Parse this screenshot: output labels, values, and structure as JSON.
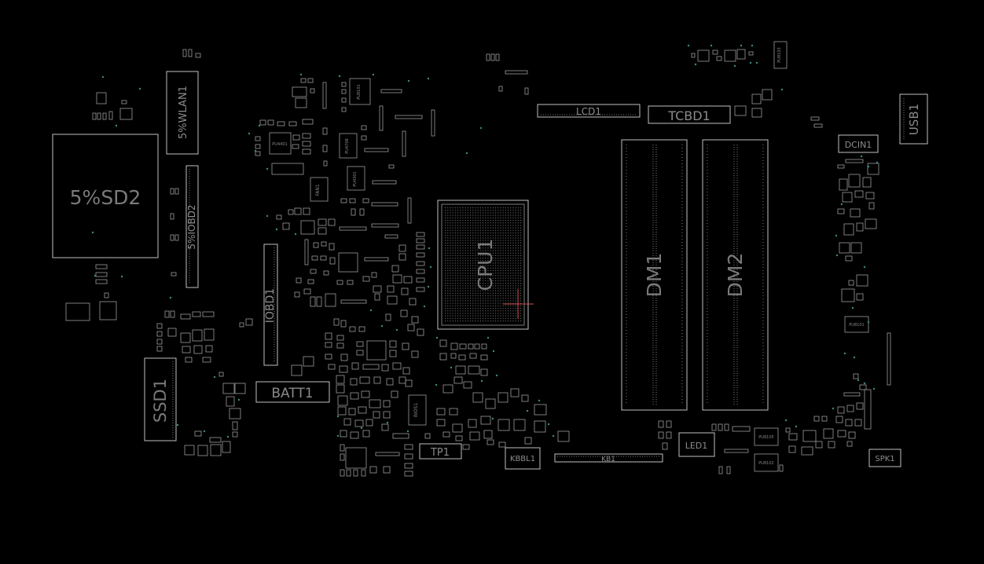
{
  "board": {
    "background": "#000000",
    "outline_color": "#bfbfbf",
    "label_color": "#7a7a7a",
    "pad_dot_color": "#3a8a8a",
    "cursor_color": "#d04a4a",
    "components": {
      "sd2": "5%SD2",
      "wlan1": "5%WLAN1",
      "iobd2": "5%IOBD2",
      "iobd1": "IOBD1",
      "ssd1": "SSD1",
      "batt1": "BATT1",
      "cpu1": "CPU1",
      "lcd1": "LCD1",
      "tcbd1": "TCBD1",
      "dm1": "DM1",
      "dm2": "DM2",
      "dcin1": "DCIN1",
      "usb1": "USB1",
      "tp1": "TP1",
      "kbbl1": "KBBL1",
      "kb1": "KB1",
      "led1": "LED1",
      "spk1": "SPK1",
      "bios1": "BIOS1",
      "fan1": "FAN1",
      "pu4401": "PU4401",
      "pu8101": "PU8101",
      "pu8102": "PU8102",
      "pu8105": "PU8105"
    }
  }
}
